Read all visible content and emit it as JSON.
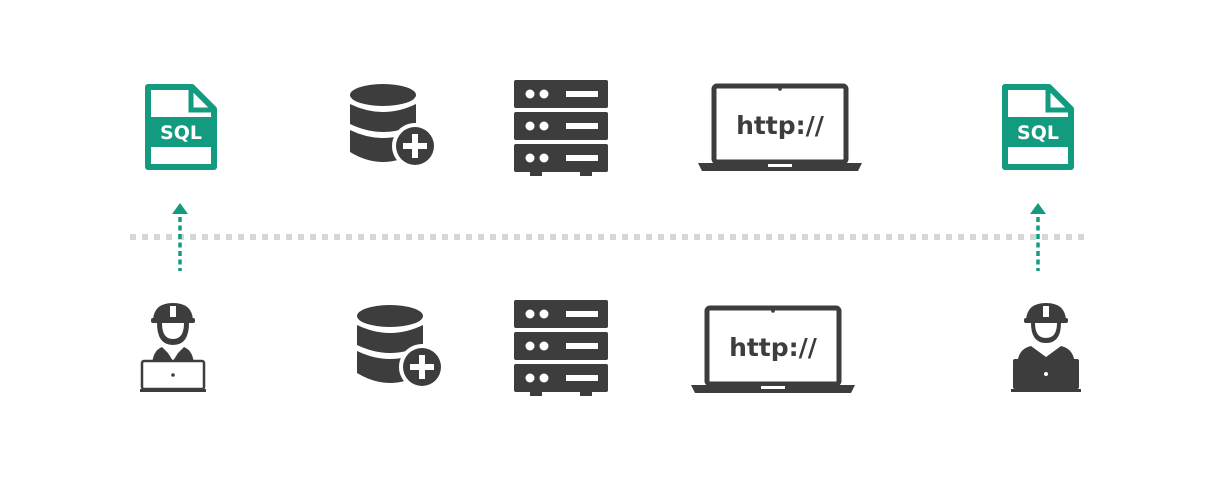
{
  "colors": {
    "accent": "#139b7f",
    "icon_dark": "#3d3d3d",
    "divider": "#d6d6d6"
  },
  "top_row": {
    "sql_file_left": {
      "label": "SQL",
      "icon": "sql-file-icon"
    },
    "database_add": {
      "icon": "database-add-icon"
    },
    "server_rack": {
      "icon": "server-rack-icon"
    },
    "laptop_browser": {
      "url_text": "http://",
      "icon": "laptop-icon"
    },
    "sql_file_right": {
      "label": "SQL",
      "icon": "sql-file-icon"
    }
  },
  "bottom_row": {
    "engineer_left": {
      "icon": "engineer-laptop-icon",
      "style": "outline"
    },
    "database_add": {
      "icon": "database-add-icon"
    },
    "server_rack": {
      "icon": "server-rack-icon"
    },
    "laptop_browser": {
      "url_text": "http://",
      "icon": "laptop-icon"
    },
    "engineer_right": {
      "icon": "engineer-laptop-icon",
      "style": "filled"
    }
  },
  "connectors": [
    {
      "from": "engineer-left",
      "to": "sql-file-left",
      "style": "dotted-arrow-up"
    },
    {
      "from": "engineer-right",
      "to": "sql-file-right",
      "style": "dotted-arrow-up"
    }
  ],
  "divider": {
    "style": "dotted-horizontal"
  }
}
